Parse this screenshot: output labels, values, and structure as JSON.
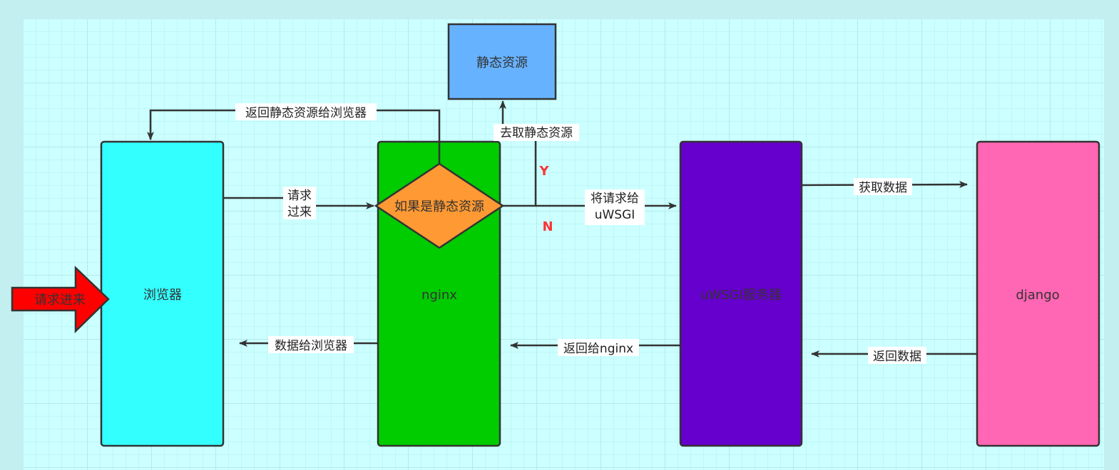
{
  "nodes": {
    "browser": "浏览器",
    "nginx": "nginx",
    "decision": "如果是静态资源",
    "static": "静态资源",
    "uwsgi": "uWSGI服务器",
    "django": "django",
    "request_in": "请求进来"
  },
  "edges": {
    "request_come_1": "请求",
    "request_come_2": "过来",
    "return_static": "返回静态资源给浏览器",
    "fetch_static": "去取静态资源",
    "to_uwsgi_1": "将请求给",
    "to_uwsgi_2": "uWSGI",
    "get_data": "获取数据",
    "data_to_browser": "数据给浏览器",
    "return_to_nginx": "返回给nginx",
    "return_data": "返回数据",
    "yes": "Y",
    "no": "N"
  },
  "colors": {
    "browser": "#33ffff",
    "nginx": "#00cc00",
    "decision": "#ff9933",
    "static": "#66b2ff",
    "uwsgi": "#6600cc",
    "django": "#ff66b3",
    "request_arrow": "#ff0000",
    "yn": "#ff3333"
  }
}
